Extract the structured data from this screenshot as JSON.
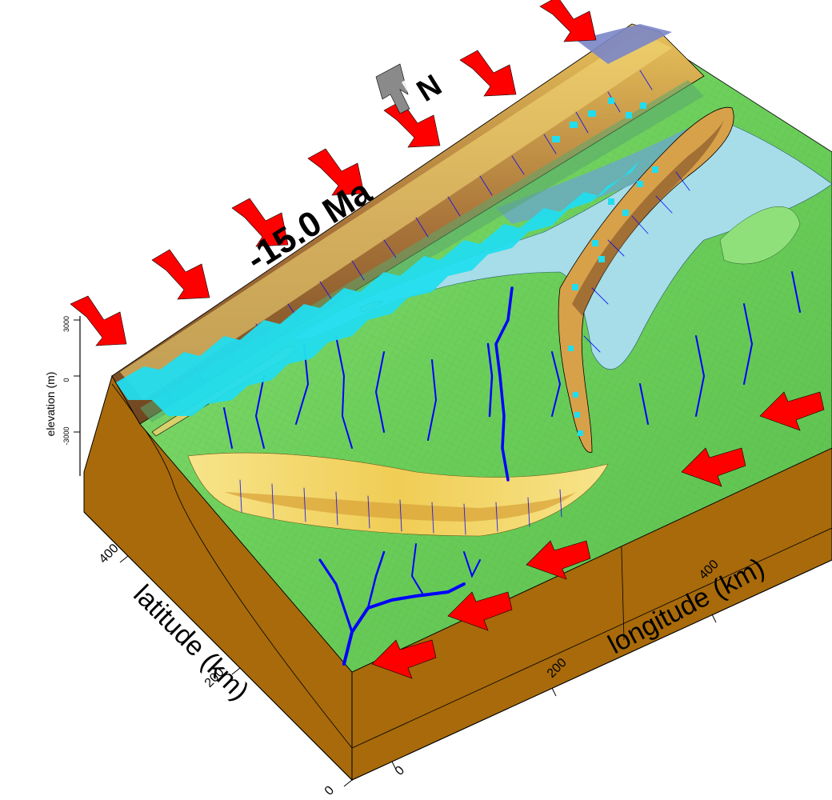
{
  "title": {
    "time_text": "-15.0 Ma",
    "north_label": "N"
  },
  "axes": {
    "latitude": {
      "label": "latitude (km)",
      "ticks": [
        "0",
        "200",
        "400"
      ]
    },
    "longitude": {
      "label": "longitude (km)",
      "ticks": [
        "0",
        "200",
        "400"
      ]
    },
    "elevation": {
      "label": "elevation (m)",
      "ticks": [
        "3000",
        "0",
        "-3000"
      ]
    }
  },
  "colors": {
    "convergence_arrow": "#ff0000",
    "north_arrow": "#8a8a8a",
    "river": "#0000ff",
    "volcanic_marker": "#22ddee",
    "block_side": "#a86a0a",
    "lowland_green": "#6ccf5a",
    "sea_blue": "#a6dde8",
    "highland_yellow": "#f2d35a",
    "ridge_brown": "#8b5a2b"
  }
}
